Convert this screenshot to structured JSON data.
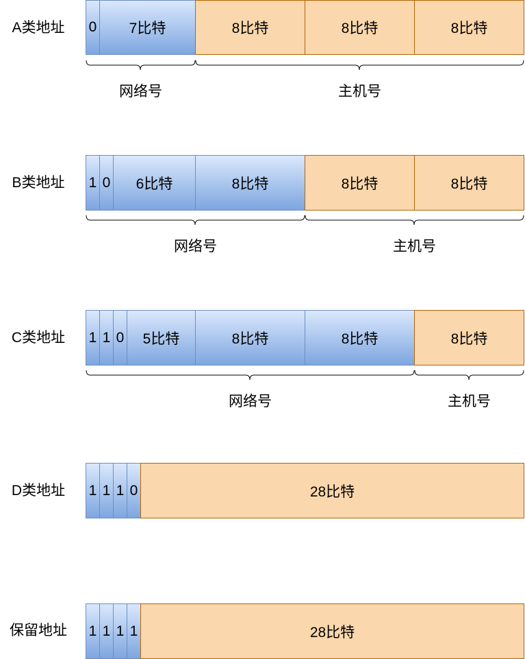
{
  "rows": [
    {
      "label": "A类地址",
      "fields": [
        "0",
        "7比特",
        "8比特",
        "8比特",
        "8比特"
      ],
      "braces": [
        "网络号",
        "主机号"
      ]
    },
    {
      "label": "B类地址",
      "fields": [
        "1",
        "0",
        "6比特",
        "8比特",
        "8比特",
        "8比特"
      ],
      "braces": [
        "网络号",
        "主机号"
      ]
    },
    {
      "label": "C类地址",
      "fields": [
        "1",
        "1",
        "0",
        "5比特",
        "8比特",
        "8比特",
        "8比特"
      ],
      "braces": [
        "网络号",
        "主机号"
      ]
    },
    {
      "label": "D类地址",
      "fields": [
        "1",
        "1",
        "1",
        "0",
        "28比特"
      ]
    },
    {
      "label": "保留地址",
      "fields": [
        "1",
        "1",
        "1",
        "1",
        "28比特"
      ]
    }
  ],
  "colors": {
    "network_gradient_top": "#dae8fc",
    "network_gradient_bottom": "#7ea6e0",
    "network_border": "#6c8ebf",
    "host_fill": "#fad7ac",
    "host_border": "#b46504"
  }
}
